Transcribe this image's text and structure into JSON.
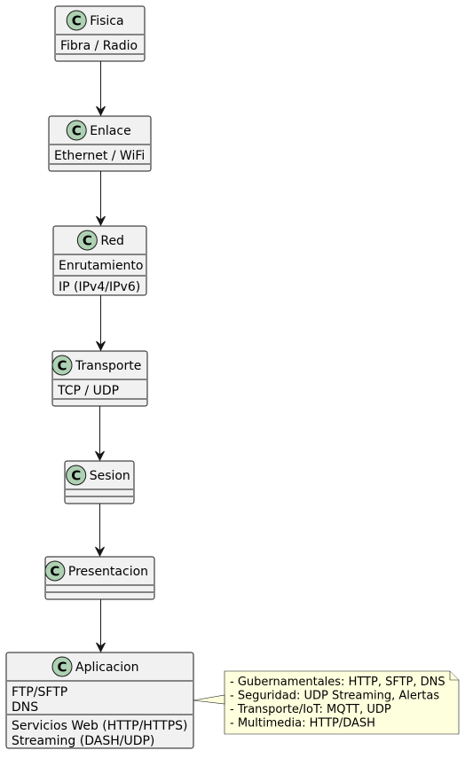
{
  "classes": [
    {
      "name": "Fisica",
      "lines": [
        [
          "Fibra / Radio"
        ],
        []
      ]
    },
    {
      "name": "Enlace",
      "lines": [
        [
          "Ethernet / WiFi"
        ],
        []
      ]
    },
    {
      "name": "Red",
      "lines": [
        [
          "Enrutamiento"
        ],
        [
          "IP (IPv4/IPv6)"
        ]
      ]
    },
    {
      "name": "Transporte",
      "lines": [
        [
          "TCP / UDP"
        ],
        []
      ]
    },
    {
      "name": "Sesion",
      "lines": [
        [],
        []
      ]
    },
    {
      "name": "Presentacion",
      "lines": [
        [],
        []
      ]
    },
    {
      "name": "Aplicacion",
      "lines": [
        [
          "FTP/SFTP",
          "DNS"
        ],
        [
          "Servicios Web (HTTP/HTTPS)",
          "Streaming (DASH/UDP)"
        ]
      ]
    }
  ],
  "stereotype_letter": "C",
  "relations": [
    {
      "from": "Fisica",
      "to": "Enlace"
    },
    {
      "from": "Enlace",
      "to": "Red"
    },
    {
      "from": "Red",
      "to": "Transporte"
    },
    {
      "from": "Transporte",
      "to": "Sesion"
    },
    {
      "from": "Sesion",
      "to": "Presentacion"
    },
    {
      "from": "Presentacion",
      "to": "Aplicacion"
    }
  ],
  "note": {
    "attached_to": "Aplicacion",
    "lines": [
      "- Gubernamentales: HTTP, SFTP, DNS",
      "- Seguridad: UDP Streaming, Alertas",
      "- Transporte/IoT: MQTT, UDP",
      "- Multimedia: HTTP/DASH"
    ]
  },
  "colors": {
    "box_fill": "#f1f1f1",
    "border": "#181818",
    "spot_fill": "#add1b2",
    "note_fill": "#feffdd"
  }
}
